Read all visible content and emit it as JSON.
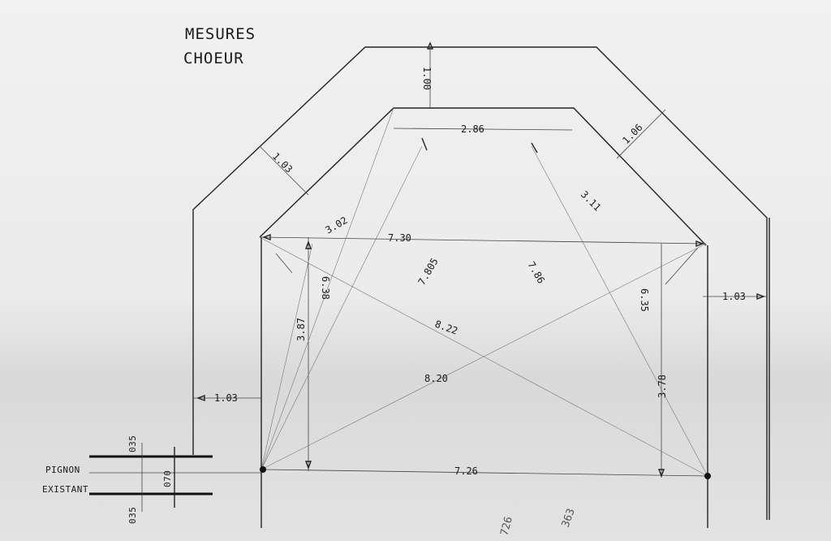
{
  "title": {
    "line1": "MESURES",
    "line2": "CHOEUR"
  },
  "dimensions": {
    "top_thickness": "1.00",
    "inner_top": "2.86",
    "right_wall_thickness": "1.06",
    "left_wall_thickness": "1.03",
    "right_slant": "3.11",
    "left_slant": "3.02",
    "width_top": "7.30",
    "diag_1": "7.805",
    "diag_2": "7.86",
    "left_height_a": "6.38",
    "left_height_b": "3.87",
    "right_height_a": "6.35",
    "right_height_b": "3.78",
    "diag_3": "8.22",
    "diag_4": "8.20",
    "left_side_thickness": "1.03",
    "right_side_thickness": "1.03",
    "width_bottom": "7.26",
    "pignon_top": "035",
    "pignon_bottom": "035",
    "pignon_mid": "070"
  },
  "labels": {
    "pignon": "PIGNON",
    "existant": "EXISTANT"
  },
  "note": {
    "line1": "726",
    "line2": "363"
  }
}
